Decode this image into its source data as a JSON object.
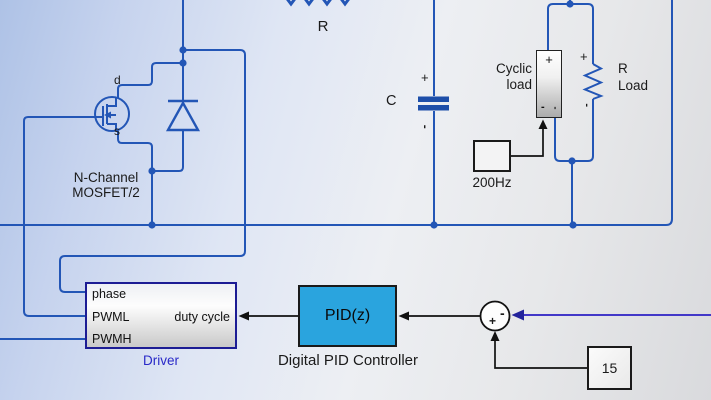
{
  "colors": {
    "wire": "#2356b6",
    "wire_dark": "#1d4ea9",
    "driver_border": "#1c1c94",
    "driver_label": "#2929c8",
    "pid_fill": "#2aa4de",
    "feedback_line": "#4238c8",
    "feedback_arrow": "#23239b",
    "signal": "#111111",
    "text": "#1a1a1a"
  },
  "labels": {
    "r_top": "R",
    "mosfet_d": "d",
    "mosfet_s": "s",
    "mosfet_name": [
      "N-Channel",
      "MOSFET/2"
    ],
    "cap_name": "C",
    "cap_plus": "+",
    "cap_minus": "-",
    "cyclic_name": [
      "Cyclic",
      "load"
    ],
    "cyclic_plus": "+",
    "cyclic_minus": "-",
    "rload_plus": "+",
    "rload_minus": "-",
    "rload_name": [
      "R",
      "Load"
    ],
    "pulse_freq": "200Hz"
  },
  "driver": {
    "ports_in": [
      "phase",
      "PWML",
      "PWMH"
    ],
    "port_out": "duty cycle",
    "name": "Driver"
  },
  "pid": {
    "text": "PID(z)",
    "name": "Digital PID Controller"
  },
  "sum": {
    "minus": "-",
    "plus": "+"
  },
  "constant": {
    "value": "15"
  }
}
